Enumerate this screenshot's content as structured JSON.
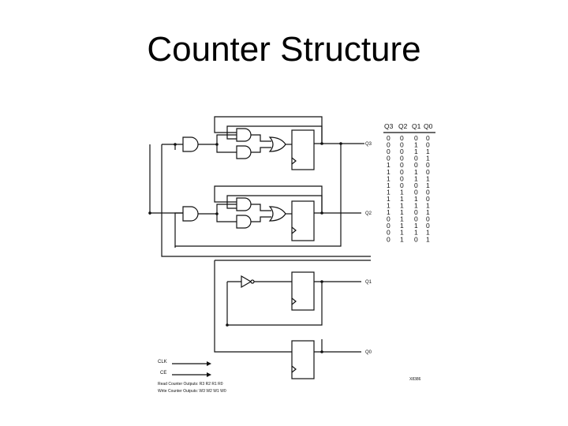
{
  "slide": {
    "title": "Counter Structure"
  },
  "diagram": {
    "outputs": [
      "Q3",
      "Q2",
      "Q1",
      "Q0"
    ],
    "inputs": {
      "clk": "CLK",
      "ce": "CE"
    },
    "notes": {
      "read": "Read Counter Outputs: R3 R2 R1 R0",
      "write": "Write Counter Outputs: W3 W2 W1 W0"
    },
    "figure_id": "X8386"
  },
  "truth_table": {
    "headers": [
      "Q3",
      "Q2",
      "Q1",
      "Q0"
    ],
    "rows": [
      [
        "0",
        "0",
        "0",
        "0"
      ],
      [
        "0",
        "0",
        "1",
        "0"
      ],
      [
        "0",
        "0",
        "1",
        "1"
      ],
      [
        "0",
        "0",
        "0",
        "1"
      ],
      [
        "1",
        "0",
        "0",
        "0"
      ],
      [
        "1",
        "0",
        "1",
        "0"
      ],
      [
        "1",
        "0",
        "1",
        "1"
      ],
      [
        "1",
        "0",
        "0",
        "1"
      ],
      [
        "1",
        "1",
        "0",
        "0"
      ],
      [
        "1",
        "1",
        "1",
        "0"
      ],
      [
        "1",
        "1",
        "1",
        "1"
      ],
      [
        "1",
        "1",
        "0",
        "1"
      ],
      [
        "0",
        "1",
        "0",
        "0"
      ],
      [
        "0",
        "1",
        "1",
        "0"
      ],
      [
        "0",
        "1",
        "1",
        "1"
      ],
      [
        "0",
        "1",
        "0",
        "1"
      ]
    ]
  }
}
